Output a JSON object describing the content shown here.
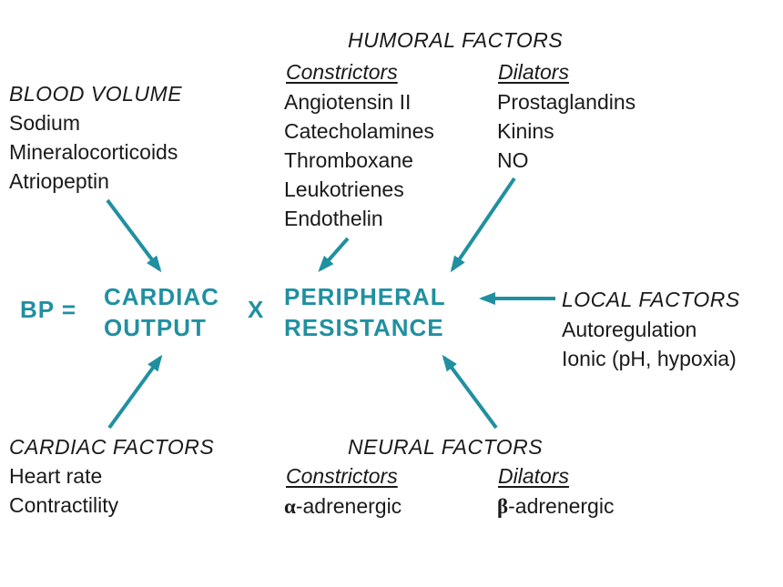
{
  "colors": {
    "accent": "#2090a0",
    "text": "#1a1a1a"
  },
  "equation": {
    "bp": "BP =",
    "cardiac_line1": "CARDIAC",
    "cardiac_line2": "OUTPUT",
    "times": "X",
    "peripheral_line1": "PERIPHERAL",
    "peripheral_line2": "RESISTANCE"
  },
  "humoral_factors": {
    "title": "HUMORAL FACTORS",
    "constrictors_title": "Constrictors",
    "constrictors": [
      "Angiotensin II",
      "Catecholamines",
      "Thromboxane",
      "Leukotrienes",
      "Endothelin"
    ],
    "dilators_title": "Dilators",
    "dilators": [
      "Prostaglandins",
      "Kinins",
      "NO"
    ]
  },
  "blood_volume": {
    "title": "BLOOD VOLUME",
    "items": [
      "Sodium",
      "Mineralocorticoids",
      "Atriopeptin"
    ]
  },
  "local_factors": {
    "title": "LOCAL FACTORS",
    "items": [
      "Autoregulation",
      "Ionic (pH, hypoxia)"
    ]
  },
  "cardiac_factors": {
    "title": "CARDIAC FACTORS",
    "items": [
      "Heart rate",
      "Contractility"
    ]
  },
  "neural_factors": {
    "title": "NEURAL FACTORS",
    "constrictors_title": "Constrictors",
    "constrictors": [
      {
        "symbol": "α",
        "text": "-adrenergic"
      }
    ],
    "dilators_title": "Dilators",
    "dilators": [
      {
        "symbol": "β",
        "text": "-adrenergic"
      }
    ]
  }
}
